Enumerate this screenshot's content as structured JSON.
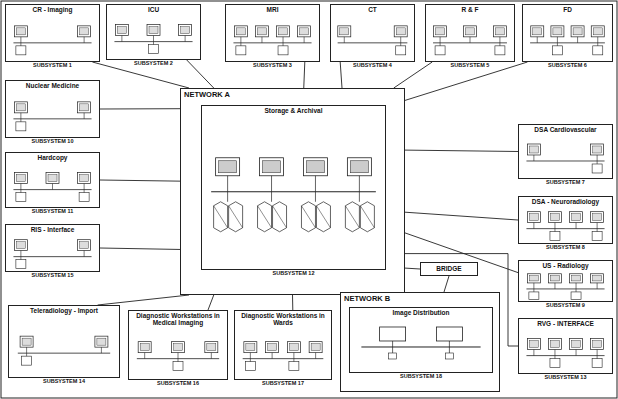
{
  "diagram": {
    "nodes": [
      {
        "text": [
          "CR - Imaging",
          "SUBSYSTEM 1"
        ]
      },
      {
        "text": [
          "ICU",
          "SUBSYSTEM 2"
        ]
      },
      {
        "text": [
          "MRI",
          "SUBSYSTEM 3"
        ]
      },
      {
        "text": [
          "CT",
          "SUBSYSTEM 4"
        ]
      },
      {
        "text": [
          "R & F",
          "SUBSYSTEM 5"
        ]
      },
      {
        "text": [
          "FD",
          "SUBSYSTEM 6"
        ]
      },
      {
        "text": [
          "Nuclear Medicine",
          "SUBSYSTEM 10"
        ]
      },
      {
        "text": [
          "NETWORK A"
        ]
      },
      {
        "text": [
          "Storage & Archival",
          "SUBSYSTEM 12"
        ],
        "in": 7
      },
      {
        "text": [
          "DSA Cardiovascular",
          "SUBSYSTEM 7"
        ]
      },
      {
        "text": [
          "Hardcopy",
          "SUBSYSTEM 11"
        ]
      },
      {
        "text": [
          "DSA - Neuroradiology",
          "SUBSYSTEM 8"
        ]
      },
      {
        "text": [
          "RIS - Interface",
          "SUBSYSTEM 15"
        ]
      },
      {
        "text": [
          "BRIDGE"
        ]
      },
      {
        "text": [
          "US - Radiology",
          "SUBSYSTEM 9"
        ]
      },
      {
        "text": [
          "NETWORK B"
        ]
      },
      {
        "text": [
          "Image Distribution",
          "SUBSYSTEM 18"
        ],
        "in": 15
      },
      {
        "text": [
          "RVG - INTERFACE",
          "SUBSYSTEM 13"
        ]
      },
      {
        "text": [
          "Teleradiology - Import",
          "SUBSYSTEM 14"
        ]
      },
      {
        "text": [
          "Diagnostic Workstations in Medical Imaging",
          "SUBSYSTEM 16"
        ]
      },
      {
        "text": [
          "Diagnostic Workstations in Wards",
          "SUBSYSTEM 17"
        ]
      }
    ],
    "edges": [
      {
        "from": 7,
        "to": 0,
        "arrow": "none"
      },
      {
        "from": 7,
        "to": 1,
        "arrow": "none"
      },
      {
        "from": 7,
        "to": 2,
        "arrow": "none"
      },
      {
        "from": 7,
        "to": 3,
        "arrow": "none"
      },
      {
        "from": 7,
        "to": 4,
        "arrow": "none"
      },
      {
        "from": 7,
        "to": 5,
        "arrow": "none"
      },
      {
        "from": 7,
        "to": 6,
        "arrow": "none"
      },
      {
        "from": 7,
        "to": 10,
        "arrow": "none"
      },
      {
        "from": 7,
        "to": 12,
        "arrow": "none"
      },
      {
        "from": 7,
        "to": 18,
        "arrow": "none"
      },
      {
        "from": 7,
        "to": 19,
        "arrow": "none"
      },
      {
        "from": 7,
        "to": 20,
        "arrow": "none"
      },
      {
        "from": 7,
        "to": 9,
        "arrow": "none"
      },
      {
        "from": 7,
        "to": 11,
        "arrow": "none"
      },
      {
        "from": 7,
        "to": 14,
        "arrow": "none"
      },
      {
        "from": 7,
        "to": 17,
        "arrow": "none"
      },
      {
        "from": 7,
        "to": 13,
        "arrow": "none"
      },
      {
        "from": 13,
        "to": 15,
        "arrow": "none"
      }
    ]
  }
}
